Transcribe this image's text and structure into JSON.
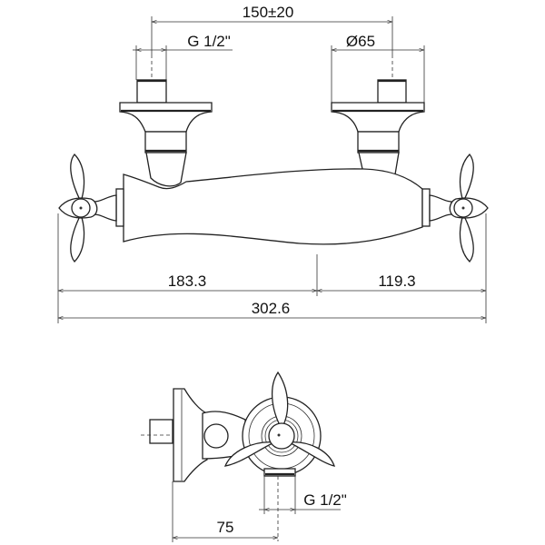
{
  "front_view": {
    "dim_center_distance": "150±20",
    "dim_inlet_thread": "G 1/2\"",
    "dim_flange_diameter": "Ø65",
    "dim_left_to_center": "183.3",
    "dim_center_to_right": "119.3",
    "dim_overall_width": "302.6"
  },
  "side_view": {
    "dim_outlet_thread": "G 1/2\"",
    "dim_projection": "75"
  }
}
